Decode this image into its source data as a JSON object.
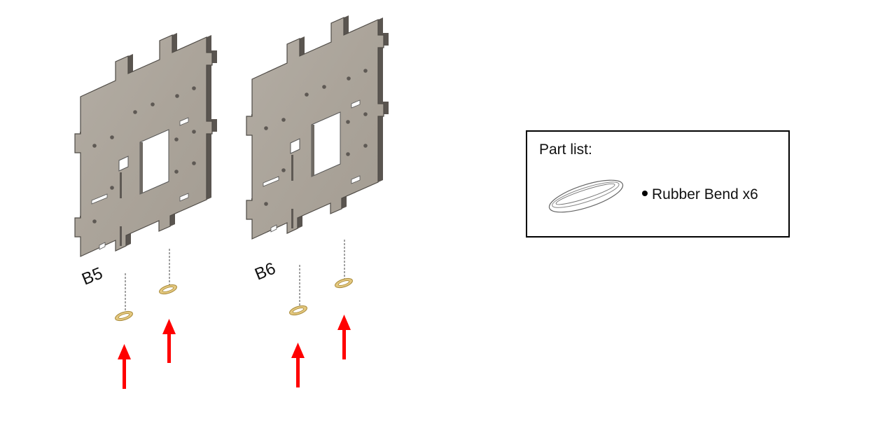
{
  "panels": [
    {
      "label": "B5"
    },
    {
      "label": "B6"
    }
  ],
  "part_list": {
    "title": "Part list:",
    "items": [
      {
        "label": "Rubber Bend x6",
        "icon": "rubber-band-icon"
      }
    ]
  },
  "colors": {
    "panel_face": "#ADA69C",
    "panel_edge": "#5A5550",
    "rubber_band": "#E3C77E",
    "arrow": "#FF0000"
  }
}
